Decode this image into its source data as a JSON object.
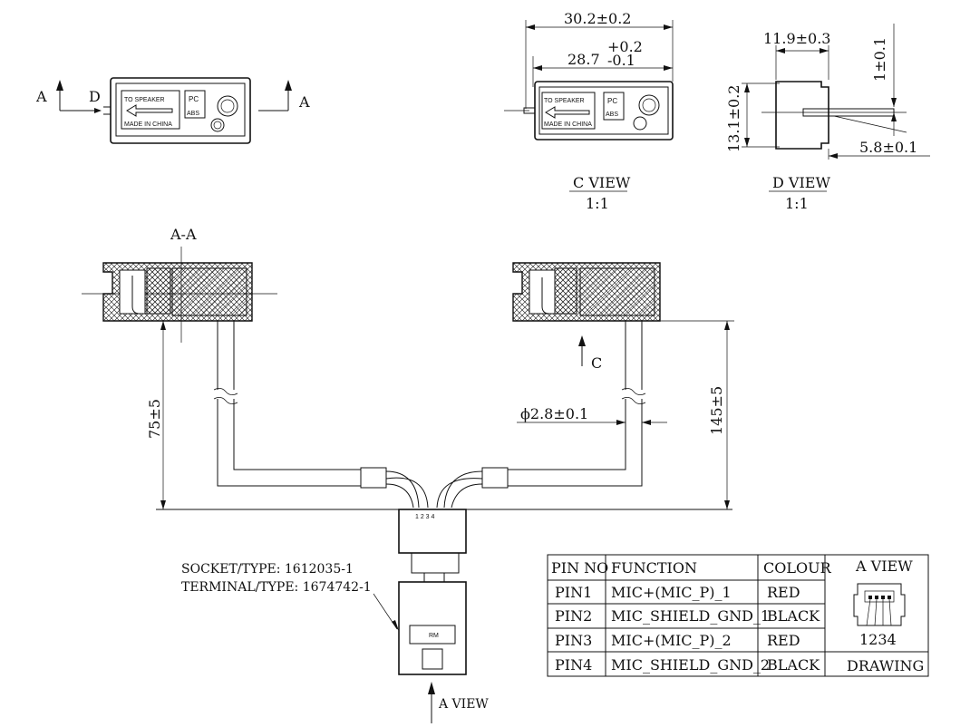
{
  "section_markers": {
    "a_left": "A",
    "a_right": "A",
    "d_marker": "D",
    "section_title": "A-A",
    "c_marker": "C",
    "a_view_arrow": "A VIEW"
  },
  "top_view_labels": {
    "to_speaker": "TO SPEAKER",
    "made_in_china": "MADE IN CHINA",
    "pc": "PC",
    "abs": "ABS"
  },
  "c_view": {
    "dim_overall": "30.2±0.2",
    "dim_inner": "28.7",
    "tol_plus": "+0.2",
    "tol_minus": "-0.1",
    "title": "C VIEW",
    "scale": "1:1"
  },
  "d_view": {
    "dim_width": "11.9±0.3",
    "dim_top": "1±0.1",
    "dim_height": "13.1±0.2",
    "dim_offset": "5.8±0.1",
    "title": "D VIEW",
    "scale": "1:1"
  },
  "cable_dims": {
    "left_length": "75±5",
    "right_length": "145±5",
    "diameter": "ϕ2.8±0.1"
  },
  "connector": {
    "pin_numbers": "1 2 3 4",
    "socket_type": "SOCKET/TYPE: 1612035-1",
    "terminal_type": "TERMINAL/TYPE: 1674742-1"
  },
  "pin_table": {
    "headers": [
      "PIN NO",
      "FUNCTION",
      "COLOUR"
    ],
    "rows": [
      [
        "PIN1",
        "MIC+(MIC_P)_1",
        "RED"
      ],
      [
        "PIN2",
        "MIC_SHIELD_GND_1",
        "BLACK"
      ],
      [
        "PIN3",
        "MIC+(MIC_P)_2",
        "RED"
      ],
      [
        "PIN4",
        "MIC_SHIELD_GND_2",
        "BLACK"
      ]
    ],
    "a_view_title": "A VIEW",
    "a_view_pins": "1234",
    "drawing_label": "DRAWING"
  }
}
